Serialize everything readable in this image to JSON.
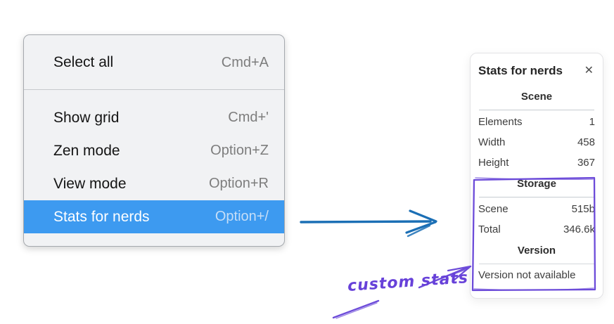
{
  "context_menu": {
    "items": [
      {
        "label": "Select all",
        "shortcut": "Cmd+A",
        "selected": false
      },
      {
        "label": "Show grid",
        "shortcut": "Cmd+'",
        "selected": false
      },
      {
        "label": "Zen mode",
        "shortcut": "Option+Z",
        "selected": false
      },
      {
        "label": "View mode",
        "shortcut": "Option+R",
        "selected": false
      },
      {
        "label": "Stats for nerds",
        "shortcut": "Option+/",
        "selected": true
      }
    ]
  },
  "stats_panel": {
    "title": "Stats for nerds",
    "close_glyph": "✕",
    "sections": [
      {
        "title": "Scene",
        "rows": [
          {
            "label": "Elements",
            "value": "1"
          },
          {
            "label": "Width",
            "value": "458"
          },
          {
            "label": "Height",
            "value": "367"
          }
        ]
      },
      {
        "title": "Storage",
        "rows": [
          {
            "label": "Scene",
            "value": "515b"
          },
          {
            "label": "Total",
            "value": "346.6k"
          }
        ]
      },
      {
        "title": "Version",
        "note": "Version not available"
      }
    ]
  },
  "annotation": {
    "label": "custom stats"
  },
  "colors": {
    "menu_highlight": "#3d9af0",
    "flow_arrow_blue": "#1b6fb5",
    "annotation_purple": "#6741d9"
  }
}
